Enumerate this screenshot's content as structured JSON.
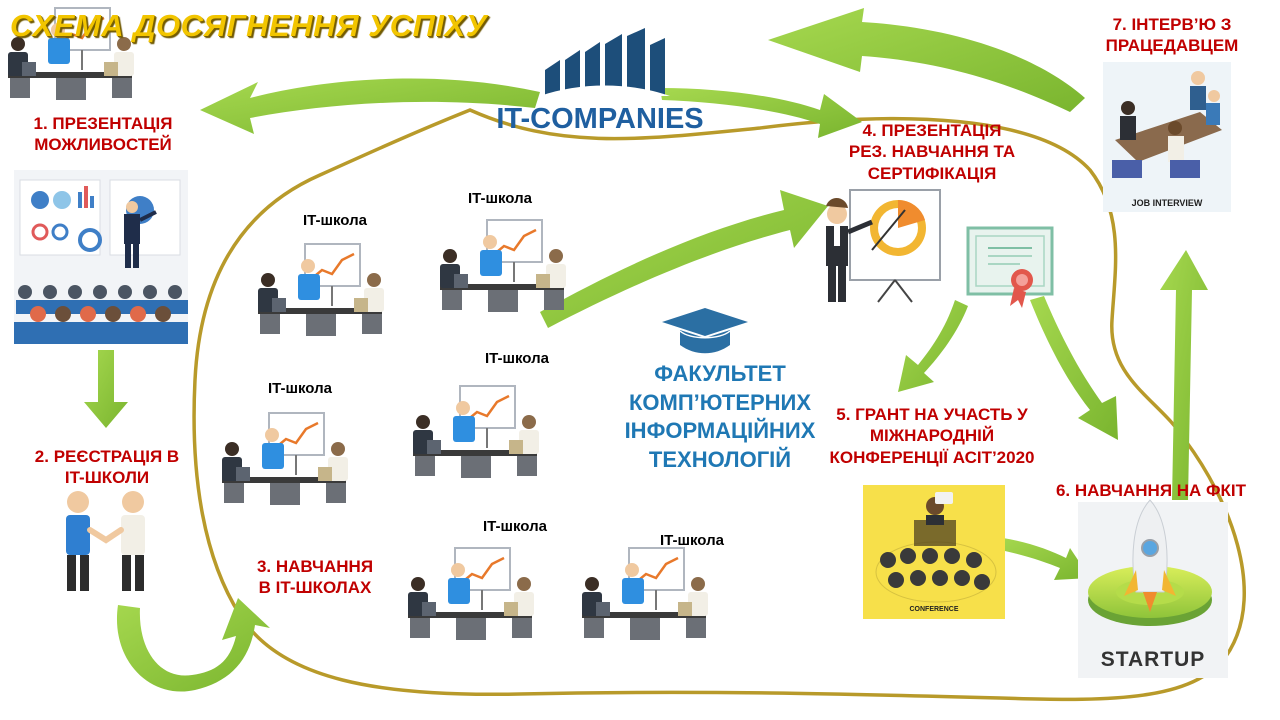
{
  "title": "СХЕМА ДОСЯГНЕННЯ  УСПІХУ",
  "it_companies": "IT-COMPANIES",
  "faculty": [
    "ФАКУЛЬТЕТ",
    "КОМП’ЮТЕРНИХ",
    "ІНФОРМАЦІЙНИХ",
    "ТЕХНОЛОГІЙ"
  ],
  "steps": {
    "s1": [
      "1. ПРЕЗЕНТАЦІЯ",
      "МОЖЛИВОСТЕЙ"
    ],
    "s2": [
      "2. РЕЄСТРАЦІЯ В",
      "IT-ШКОЛИ"
    ],
    "s3": [
      "3. НАВЧАННЯ",
      "В IT-ШКОЛАХ"
    ],
    "s4": [
      "4. ПРЕЗЕНТАЦІЯ",
      "РЕЗ. НАВЧАННЯ ТА",
      "СЕРТИФІКАЦІЯ"
    ],
    "s5": [
      "5. ГРАНТ НА УЧАСТЬ У",
      "МІЖНАРОДНІЙ",
      "КОНФЕРЕНЦІЇ  АСІТ’2020"
    ],
    "s6": "6. НАВЧАННЯ НА ФКІТ",
    "s7": [
      "7. ІНТЕРВ’Ю З",
      "ПРАЦЕДАВЦЕМ"
    ]
  },
  "school_label": "IT-школа",
  "captions": {
    "job_interview": "JOB INTERVIEW",
    "conference": "CONFERENCE",
    "startup": "STARTUP"
  },
  "colors": {
    "arrow": "#8cc63f",
    "loop": "#b89a2a",
    "step_text": "#c00000",
    "faculty_text": "#1f78b4",
    "title": "#f2c500"
  }
}
